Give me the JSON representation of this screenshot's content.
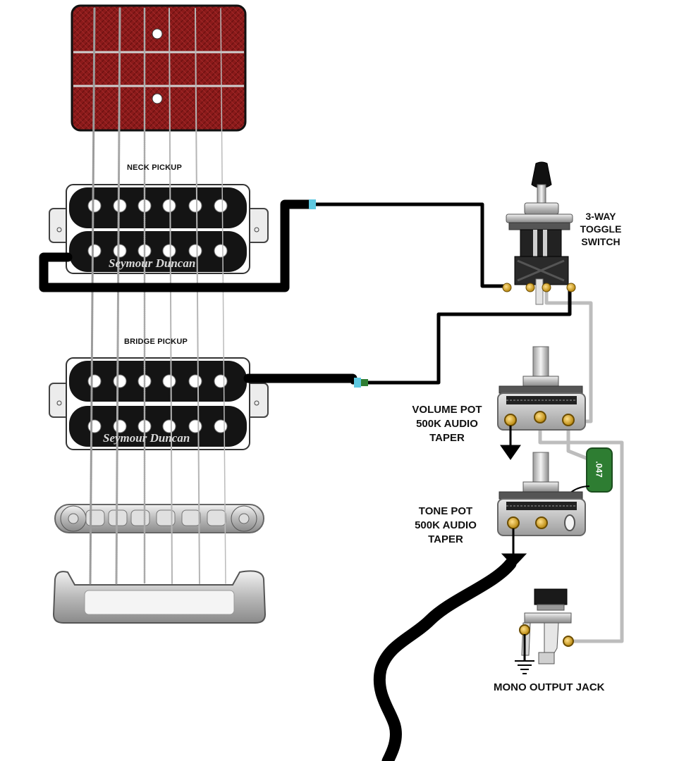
{
  "labels": {
    "neck_pickup": "NECK PICKUP",
    "bridge_pickup": "BRIDGE PICKUP",
    "toggle_switch": [
      "3-WAY",
      "TOGGLE",
      "SWITCH"
    ],
    "volume_pot": [
      "VOLUME POT",
      "500K AUDIO",
      "TAPER"
    ],
    "tone_pot": [
      "TONE POT",
      "500K AUDIO",
      "TAPER"
    ],
    "output_jack": "MONO OUTPUT JACK",
    "capacitor": ".047",
    "neck_brand": "Seymour Duncan",
    "bridge_brand": "Seymour Duncan"
  },
  "colors": {
    "fretboard": "#8b1a1a",
    "pickup_body": "#141414",
    "wire_black": "#000000",
    "wire_gray": "#bdbdbd",
    "solder_lug": "#d4a017",
    "capacitor": "#2e7d32",
    "wire_tip_blue": "#5ec8e0"
  }
}
